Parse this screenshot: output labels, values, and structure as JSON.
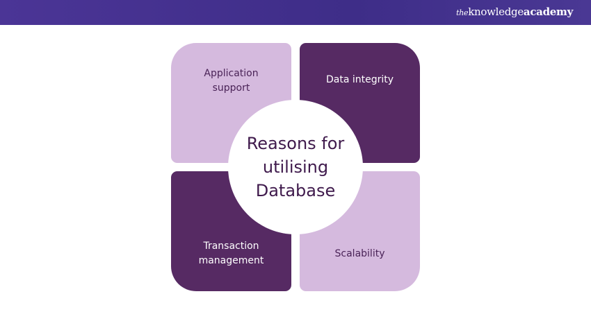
{
  "header": {
    "logo_prefix": "the",
    "logo_main": "knowledge",
    "logo_bold": "academy"
  },
  "diagram": {
    "center": "Reasons for utilising Database",
    "items": [
      "Application support",
      "Data integrity",
      "Transaction management",
      "Scalability"
    ]
  },
  "colors": {
    "light": "#d5bade",
    "dark": "#562a63",
    "header": "#4b3596"
  }
}
